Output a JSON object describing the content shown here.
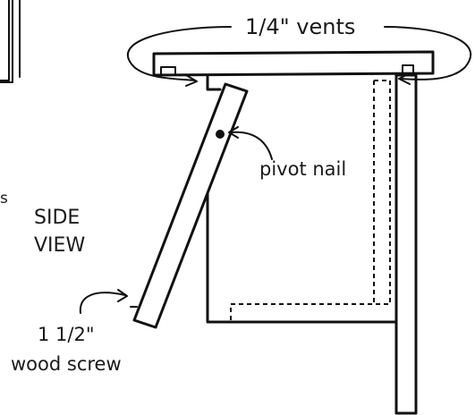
{
  "labels": {
    "vents": "1/4\" vents",
    "pivot": "pivot nail",
    "side1": "SIDE",
    "side2": "VIEW",
    "screw1": "1 1/2\"",
    "screw2": "wood screw",
    "cutoff_letter": "s"
  },
  "colors": {
    "ink": "#111111",
    "paper": "#ffffff"
  }
}
